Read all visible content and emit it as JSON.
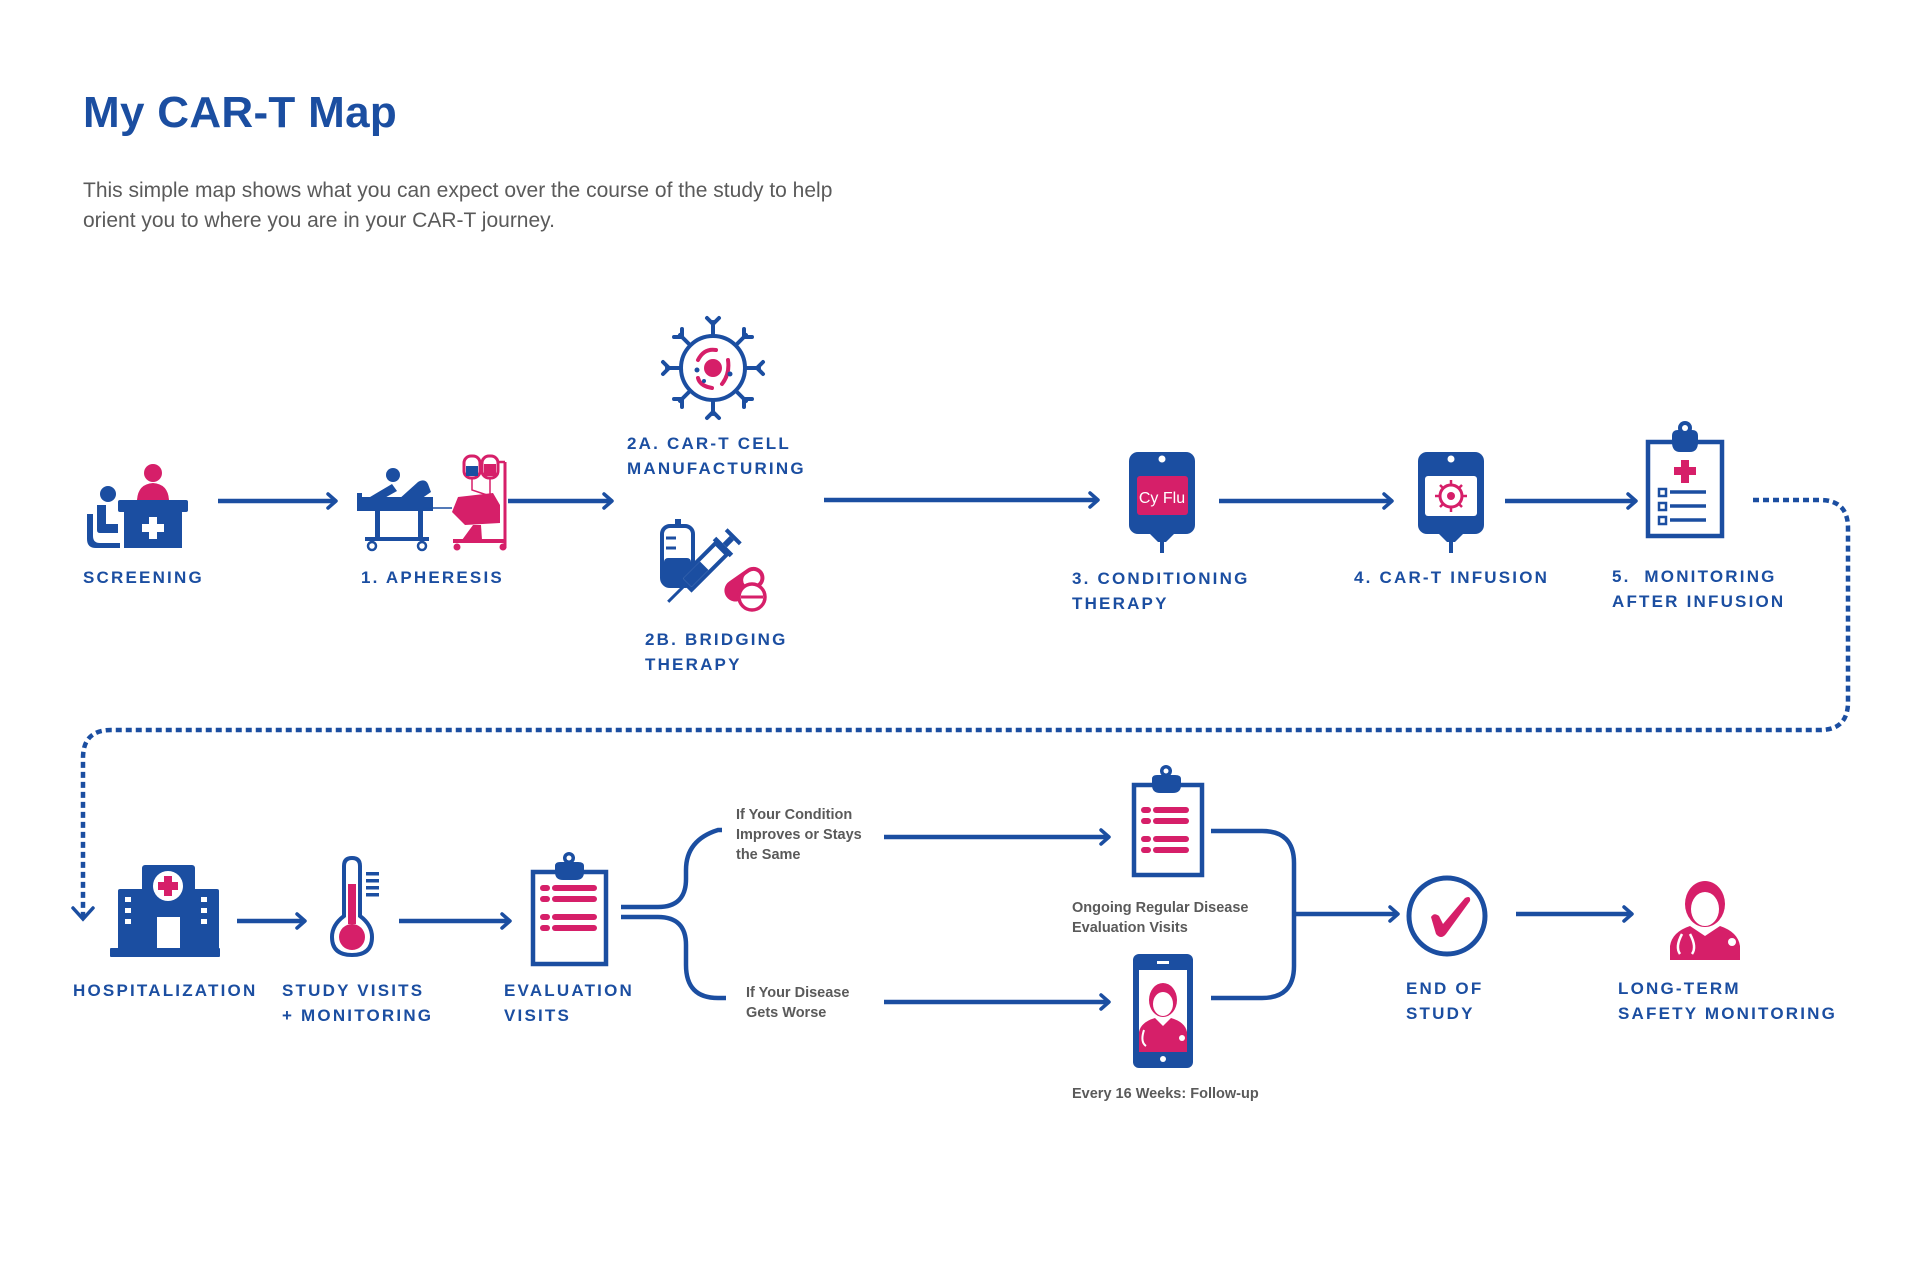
{
  "header": {
    "title": "My CAR-T Map",
    "subtitle": "This simple map shows what you can expect over the course of the study to help orient you to where you are in your CAR-T journey."
  },
  "colors": {
    "primary_blue": "#1b4ea1",
    "accent_pink": "#d61f69",
    "text_gray": "#5a5a5a"
  },
  "steps": {
    "screening": {
      "label": "SCREENING",
      "icon": "doctor-desk-icon"
    },
    "apheresis": {
      "label": "1. APHERESIS",
      "icon": "apheresis-bed-icon"
    },
    "manufacturing": {
      "line1": "2A. CAR-T CELL",
      "line2": "MANUFACTURING",
      "icon": "car-t-cell-icon"
    },
    "bridging": {
      "line1": "2B. BRIDGING",
      "line2": "THERAPY",
      "icon": "syringe-pills-icon"
    },
    "conditioning": {
      "line1": "3. CONDITIONING",
      "line2": "THERAPY",
      "icon": "iv-bag-icon",
      "bag_text": "Cy Flu"
    },
    "infusion": {
      "label": "4. CAR-T INFUSION",
      "icon": "iv-bag-cell-icon"
    },
    "monitoring": {
      "line1": "5.  MONITORING",
      "line2": "AFTER INFUSION",
      "icon": "medical-clipboard-icon"
    },
    "hospitalization": {
      "label": "HOSPITALIZATION",
      "icon": "hospital-icon"
    },
    "study_visits": {
      "line1": "STUDY VISITS",
      "line2": "+ MONITORING",
      "icon": "thermometer-icon"
    },
    "evaluation": {
      "line1": "EVALUATION",
      "line2": "VISITS",
      "icon": "clipboard-list-icon"
    },
    "end_of_study": {
      "line1": "END OF",
      "line2": "STUDY",
      "icon": "check-circle-icon"
    },
    "long_term": {
      "line1": "LONG-TERM",
      "line2": "SAFETY MONITORING",
      "icon": "doctor-icon"
    }
  },
  "branches": {
    "improves": {
      "line1": "If Your Condition",
      "line2": "Improves or Stays",
      "line3": "the Same"
    },
    "worse": {
      "line1": "If Your Disease",
      "line2": "Gets Worse"
    },
    "ongoing": {
      "line1": "Ongoing Regular Disease",
      "line2": "Evaluation Visits",
      "icon": "clipboard-list-icon"
    },
    "followup": {
      "label": "Every 16 Weeks: Follow-up",
      "icon": "phone-doctor-icon"
    }
  }
}
